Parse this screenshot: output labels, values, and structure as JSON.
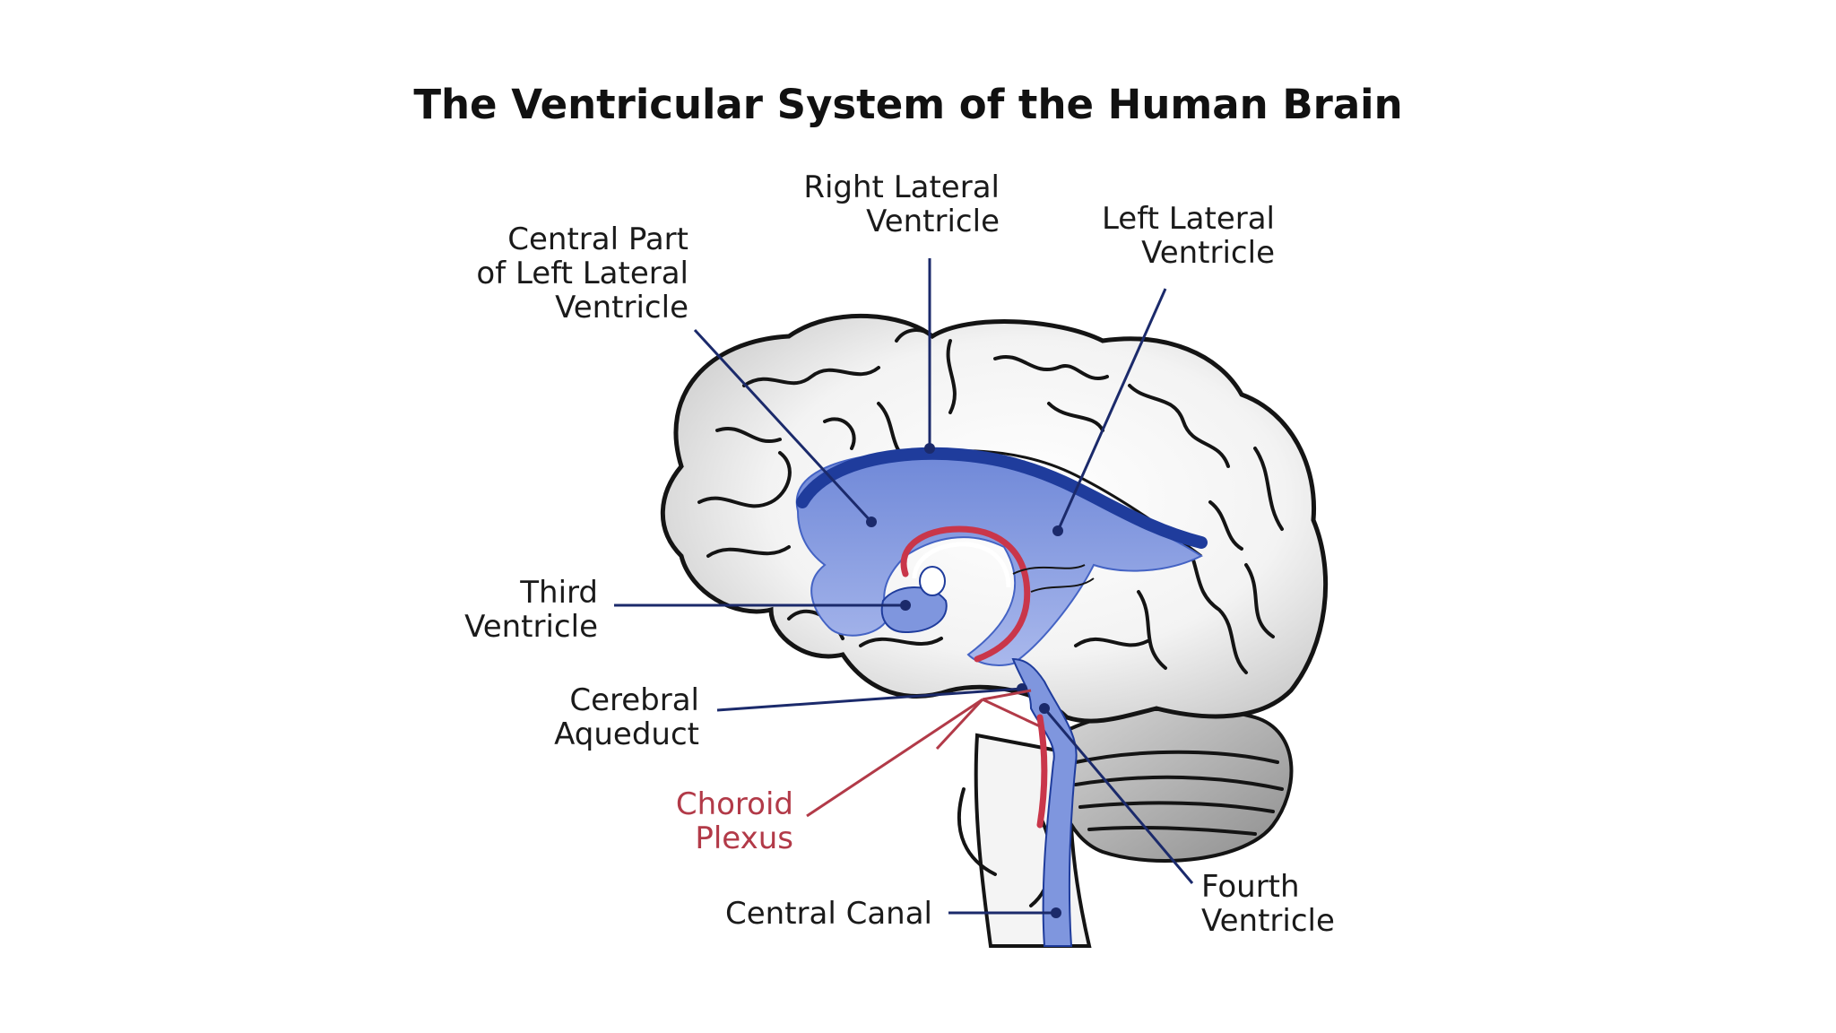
{
  "title": "The Ventricular System of the Human Brain",
  "colors": {
    "background": "#ffffff",
    "ventricle_fill": "#7f96de",
    "ventricle_dark": "#1f3c9c",
    "leader_line": "#1b2a6b",
    "choroid_plexus": "#b23a48",
    "brain_outline": "#141414",
    "brain_fill": "#f2f2f2",
    "cerebellum_fill": "#b8b8b8"
  },
  "labels": {
    "right_lateral_ventricle": [
      "Right Lateral",
      "Ventricle"
    ],
    "left_lateral_ventricle": [
      "Left Lateral",
      "Ventricle"
    ],
    "central_part_left_lateral": [
      "Central Part",
      "of Left Lateral",
      "Ventricle"
    ],
    "third_ventricle": [
      "Third",
      "Ventricle"
    ],
    "cerebral_aqueduct": [
      "Cerebral",
      "Aqueduct"
    ],
    "choroid_plexus": [
      "Choroid",
      "Plexus"
    ],
    "central_canal": [
      "Central Canal"
    ],
    "fourth_ventricle": [
      "Fourth",
      "Ventricle"
    ]
  }
}
